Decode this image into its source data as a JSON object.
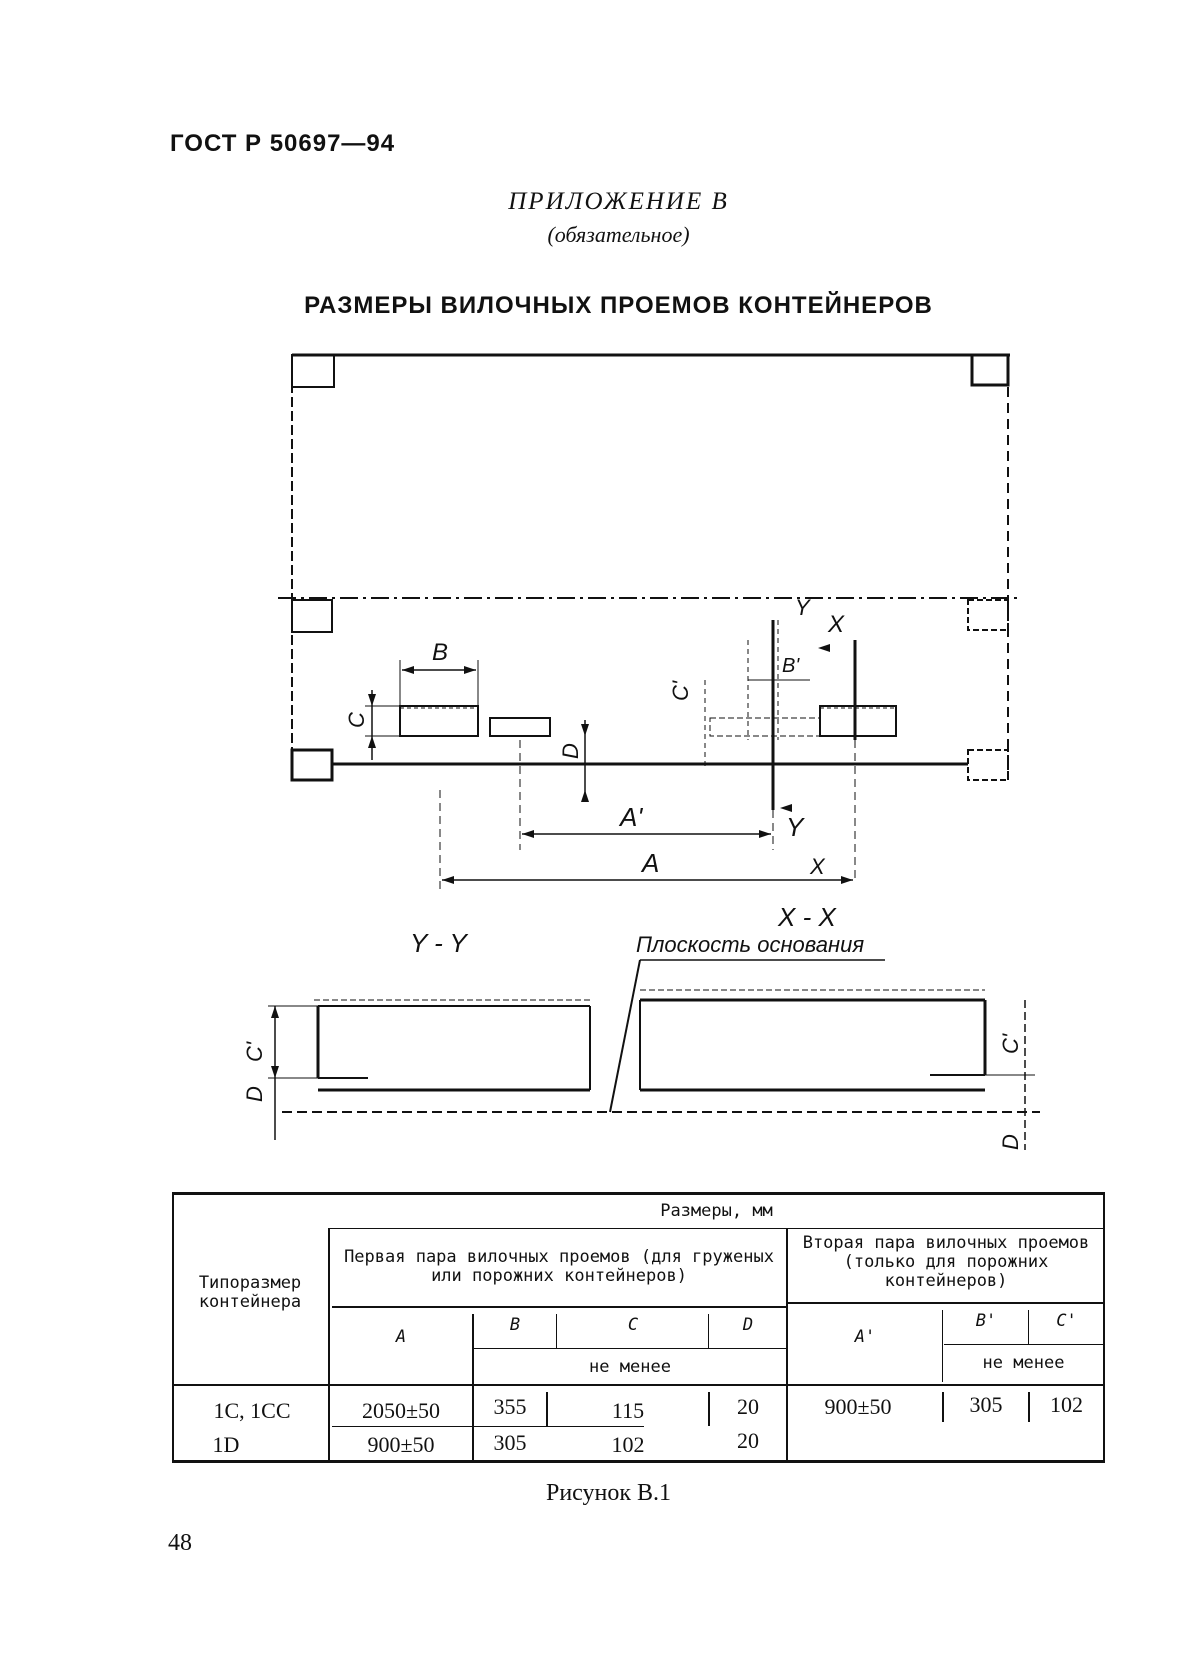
{
  "header": {
    "standard_code": "ГОСТ Р 50697—94"
  },
  "appendix": {
    "title": "ПРИЛОЖЕНИЕ В",
    "status": "(обязательное)"
  },
  "document_title": "РАЗМЕРЫ ВИЛОЧНЫХ ПРОЕМОВ КОНТЕЙНЕРОВ",
  "figure": {
    "label_B": "B",
    "label_C": "C",
    "label_D": "D",
    "label_Cprime": "C'",
    "label_Bprime": "B'",
    "label_Aprime": "A'",
    "label_A": "A",
    "label_X": "X",
    "label_Y": "Y",
    "section_yy": "Y - Y",
    "section_xx": "X - X",
    "base_plane": "Плоскость основания"
  },
  "table": {
    "group_header": "Размеры,   мм",
    "row_header": "Типоразмер контейнера",
    "first_pair_header": "Первая пара вилочных проемов (для груженых или порожних контейнеров)",
    "second_pair_header": "Вторая пара вилочных проемов (только для порожних контейнеров)",
    "col_A": "A",
    "col_B": "B",
    "col_C": "C",
    "col_D": "D",
    "col_Aprime": "A'",
    "col_Bprime": "B'",
    "col_Cprime": "C'",
    "min_note_first": "не   менее",
    "min_note_second": "не   менее",
    "rows": [
      {
        "type": "1C, 1CC",
        "A": "2050±50",
        "B": "355",
        "C": "115",
        "D": "20",
        "Aprime": "900±50",
        "Bprime": "305",
        "Cprime": "102"
      },
      {
        "type": "1D",
        "A": "900±50",
        "B": "305",
        "C": "102",
        "D": "20",
        "Aprime": "",
        "Bprime": "",
        "Cprime": ""
      }
    ]
  },
  "caption": "Рисунок В.1",
  "page_number": "48"
}
